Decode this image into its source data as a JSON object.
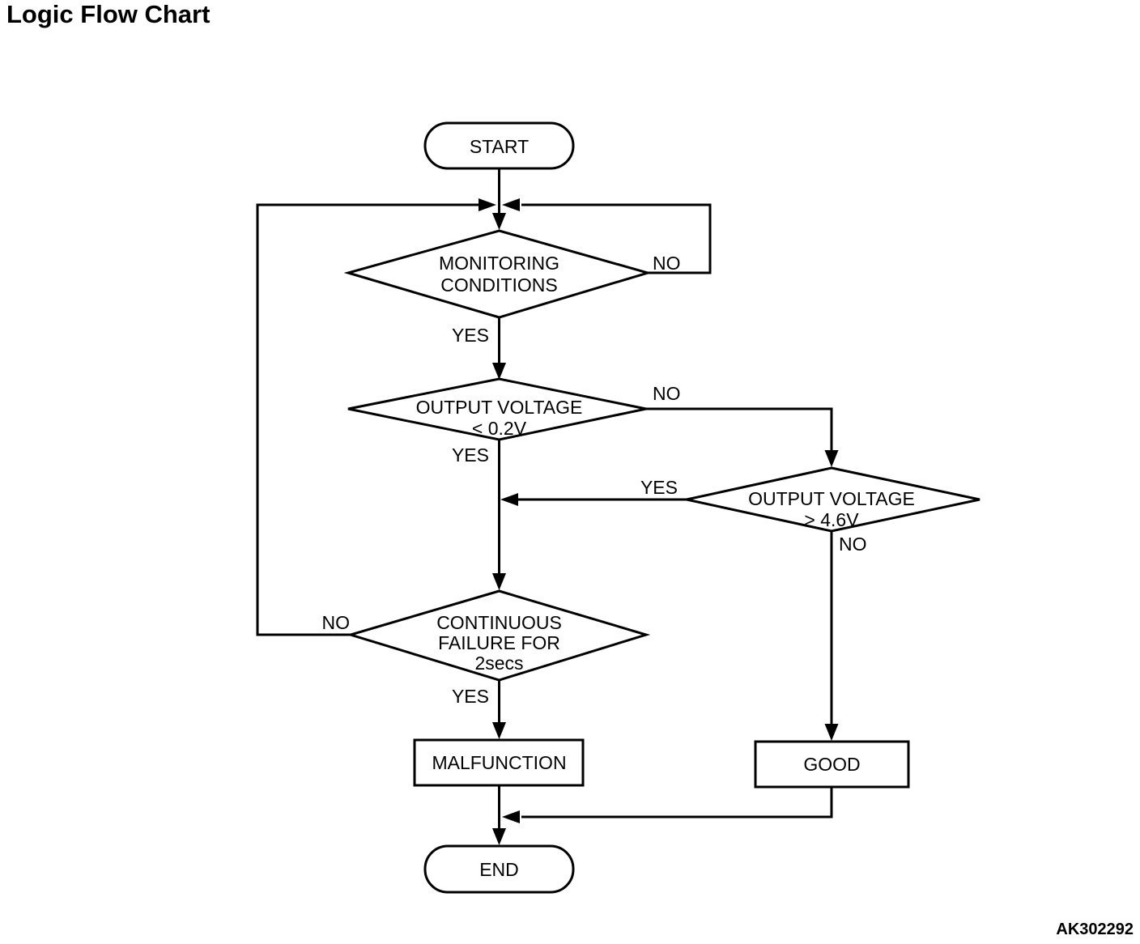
{
  "title": "Logic Flow Chart",
  "figure_code": "AK302292",
  "colors": {
    "line": "#000000",
    "text": "#000000",
    "background": "#ffffff"
  },
  "nodes": {
    "start": {
      "label": "START"
    },
    "monitoring": {
      "lines": [
        "MONITORING",
        "CONDITIONS"
      ]
    },
    "voltage_low": {
      "lines": [
        "OUTPUT VOLTAGE",
        "< 0.2V"
      ]
    },
    "voltage_high": {
      "lines": [
        "OUTPUT VOLTAGE",
        "> 4.6V"
      ]
    },
    "continuous_failure": {
      "lines": [
        "CONTINUOUS",
        "FAILURE FOR",
        "2secs"
      ]
    },
    "malfunction": {
      "label": "MALFUNCTION"
    },
    "good": {
      "label": "GOOD"
    },
    "end": {
      "label": "END"
    }
  },
  "edge_labels": {
    "monitoring_no": "NO",
    "monitoring_yes": "YES",
    "voltage_low_no": "NO",
    "voltage_low_yes": "YES",
    "voltage_high_yes": "YES",
    "voltage_high_no": "NO",
    "continuous_failure_no": "NO",
    "continuous_failure_yes": "YES"
  }
}
